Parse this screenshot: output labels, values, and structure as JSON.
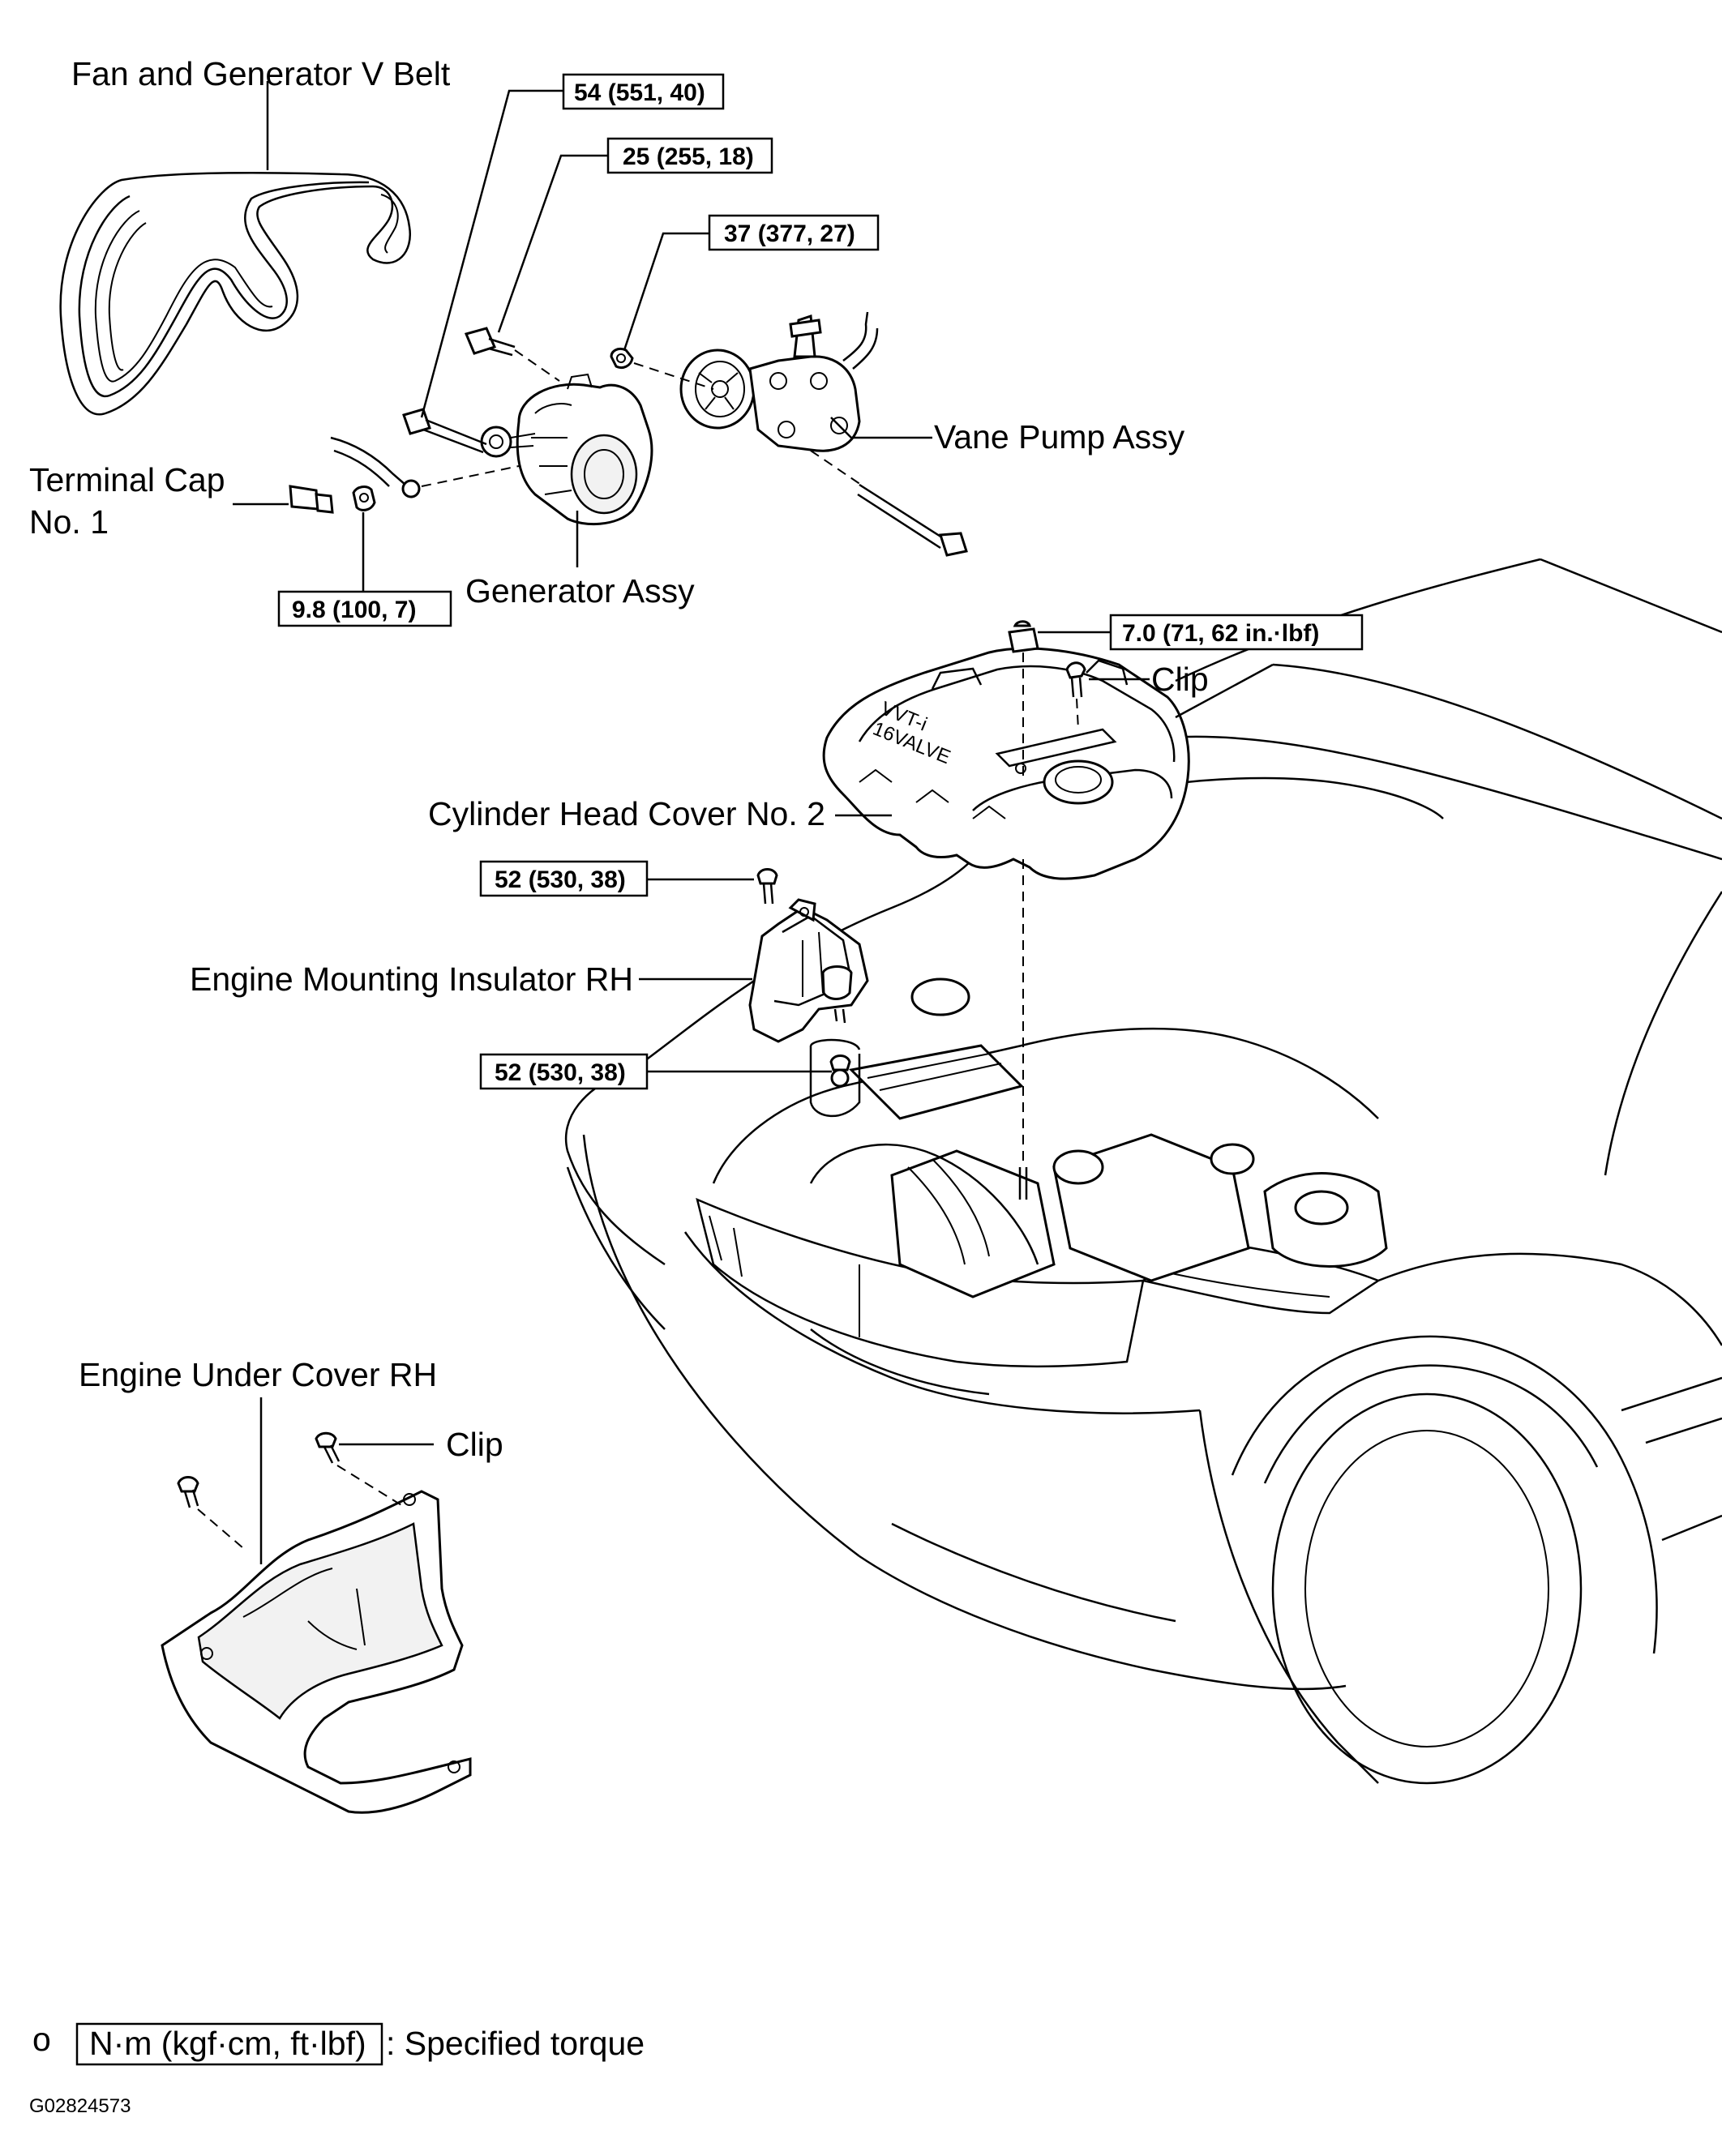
{
  "labels": {
    "belt": "Fan and Generator V Belt",
    "terminal_cap_1": "Terminal Cap",
    "terminal_cap_2": "No. 1",
    "generator": "Generator Assy",
    "vane_pump": "Vane Pump Assy",
    "clip_top": "Clip",
    "cylinder_head_cover": "Cylinder Head Cover No. 2",
    "engine_mount": "Engine Mounting Insulator RH",
    "under_cover": "Engine Under Cover RH",
    "clip_bottom": "Clip",
    "cover_text_1": "VVT-i",
    "cover_text_2": "16VALVE"
  },
  "torques": {
    "t54": "54 (551, 40)",
    "t25": "25 (255, 18)",
    "t37": "37 (377, 27)",
    "t98": "9.8 (100, 7)",
    "t70": "7.0 (71, 62 in.·lbf)",
    "t52a": "52 (530, 38)",
    "t52b": "52 (530, 38)"
  },
  "legend": {
    "units": "N·m (kgf·cm, ft·lbf)",
    "meaning": ": Specified torque",
    "bullet": "o"
  },
  "figure_id": "G02824573"
}
